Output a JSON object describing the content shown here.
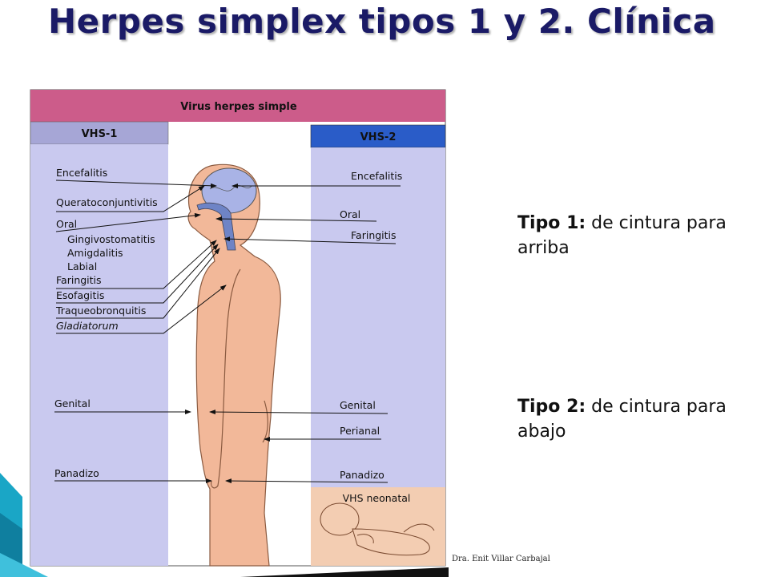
{
  "slide": {
    "title": "Herpes simplex tipos 1 y 2. Clínica",
    "note1_label": "Tipo 1:",
    "note1_text": " de cintura para arriba",
    "note2_label": "Tipo 2:",
    "note2_text": " de cintura para abajo",
    "credit": "Dra. Enit Villar Carbajal"
  },
  "diagram": {
    "header": "Virus herpes simple",
    "col1_header": "VHS-1",
    "col2_header": "VHS-2",
    "neonatal_header": "VHS neonatal",
    "left_labels": [
      "Encefalitis",
      "Queratoconjuntivitis",
      "Oral",
      "Gingivostomatitis",
      "Amigdalitis",
      "Labial",
      "Faringitis",
      "Esofagitis",
      "Traqueobronquitis",
      "Gladiatorum",
      "Genital",
      "Panadizo"
    ],
    "right_labels": [
      "Encefalitis",
      "Oral",
      "Faringitis",
      "Genital",
      "Perianal",
      "Panadizo"
    ],
    "colors": {
      "header": "#cc5c8a",
      "col1_header": "#a6a6d6",
      "col2_header": "#2a5cc8",
      "panel": "#c9c9ef",
      "neonatal": "#f3cdb2",
      "body": "#f2b899",
      "brain": "#a9b3e6",
      "title": "#1a1a66",
      "corner": "#1aa6c6"
    }
  }
}
